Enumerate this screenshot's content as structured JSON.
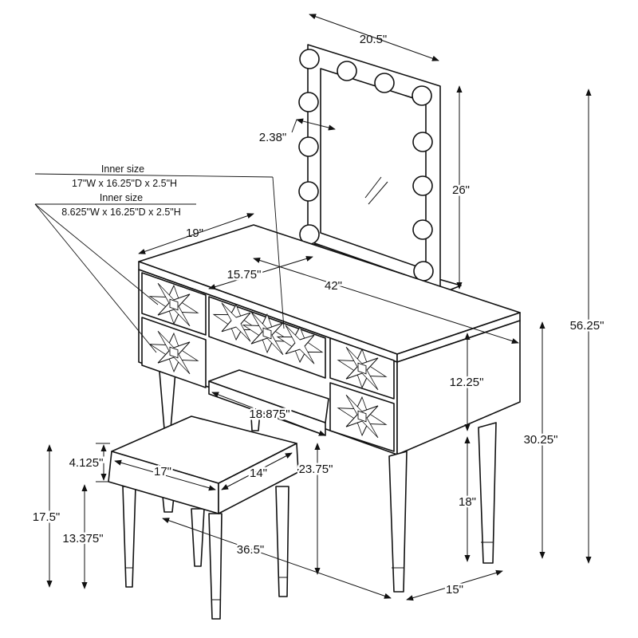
{
  "notes": {
    "large_drawer_title": "Inner size",
    "large_drawer_size": "17\"W x 16.25\"D x 2.5\"H",
    "small_drawer_title": "Inner size",
    "small_drawer_size": "8.625\"W x 16.25\"D x 2.5\"H"
  },
  "dimensions": {
    "mirror_width": "20.5\"",
    "mirror_frame": "2.38\"",
    "mirror_height": "26\"",
    "total_height": "56.25\"",
    "table_depth": "19\"",
    "drawer_width": "15.75\"",
    "table_width": "42\"",
    "apron_height": "12.25\"",
    "knee_width": "18.875\"",
    "table_height": "30.25\"",
    "stool_cushion": "4.125\"",
    "stool_width": "17\"",
    "stool_depth": "14\"",
    "knee_height": "23.75\"",
    "stool_height": "17.5\"",
    "stool_leg_height": "13.375\"",
    "leg_span": "36.5\"",
    "leg_height": "18\"",
    "table_leg_depth": "15\""
  },
  "icons": {
    "arrow": "arrowhead-icon",
    "bulb": "bulb-icon",
    "star": "star-pattern-icon"
  }
}
